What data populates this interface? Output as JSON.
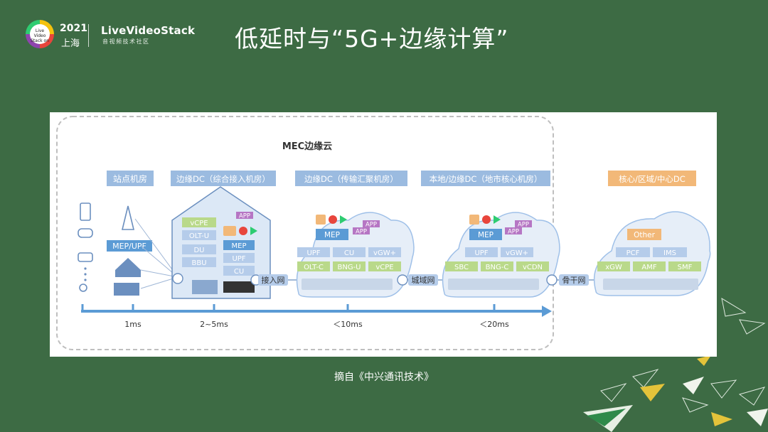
{
  "header": {
    "event_year": "2021",
    "event_city": "上海",
    "logo_text": "Live Video Stack on",
    "brand": "LiveVideoStack",
    "brand_sub": "音视频技术社区"
  },
  "title": "低延时与“5G+边缘计算”",
  "caption": "摘自《中兴通讯技术》",
  "diagram": {
    "mec_label": "MEC边缘云",
    "tiers": [
      "站点机房",
      "边缘DC（综合接入机房）",
      "边缘DC（传输汇聚机房）",
      "本地/边缘DC（地市核心机房）",
      "核心/区域/中心DC"
    ],
    "site_mep": "MEP/UPF",
    "house": {
      "left": [
        "vCPE",
        "OLT-U",
        "DU",
        "BBU"
      ],
      "right": [
        "MEP",
        "UPF",
        "CU"
      ],
      "app": "APP"
    },
    "cloud1": {
      "mep": "MEP",
      "app": "APP",
      "row1": [
        "UPF",
        "CU",
        "vGW+"
      ],
      "row2": [
        "OLT-C",
        "BNG-U",
        "vCPE"
      ]
    },
    "cloud2": {
      "mep": "MEP",
      "app": "APP",
      "row1": [
        "UPF",
        "vGW+"
      ],
      "row2": [
        "SBC",
        "BNG-C",
        "vCDN"
      ]
    },
    "cloud3": {
      "other": "Other",
      "row1": [
        "PCF",
        "IMS"
      ],
      "row2": [
        "xGW",
        "AMF",
        "SMF"
      ]
    },
    "networks": [
      "接入网",
      "城域网",
      "骨干网"
    ],
    "latencies": [
      "1ms",
      "2~5ms",
      "＜10ms",
      "＜20ms"
    ],
    "colors": {
      "tier_label": "#9bbbe0",
      "core_label": "#f2b878",
      "module": "#b5ccea",
      "module_green": "#b9d98a",
      "app": "#b676c4",
      "mep": "#5b9bd5"
    }
  }
}
